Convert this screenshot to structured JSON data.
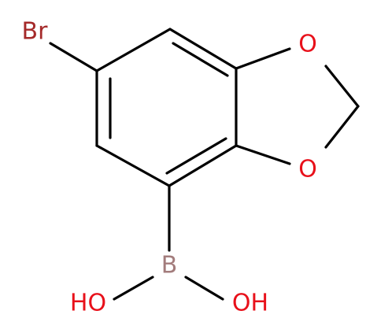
{
  "molecule": {
    "atoms": {
      "br": {
        "text": "Br",
        "color": "#a52a2a"
      },
      "o1": {
        "text": "O",
        "color": "#e8101a"
      },
      "o2": {
        "text": "O",
        "color": "#e8101a"
      },
      "b": {
        "text": "B",
        "color": "#a37c7c"
      },
      "oh1": {
        "text": "HO",
        "color": "#e8101a"
      },
      "oh2": {
        "text": "OH",
        "color": "#e8101a"
      }
    },
    "bond_color": "#000000"
  }
}
